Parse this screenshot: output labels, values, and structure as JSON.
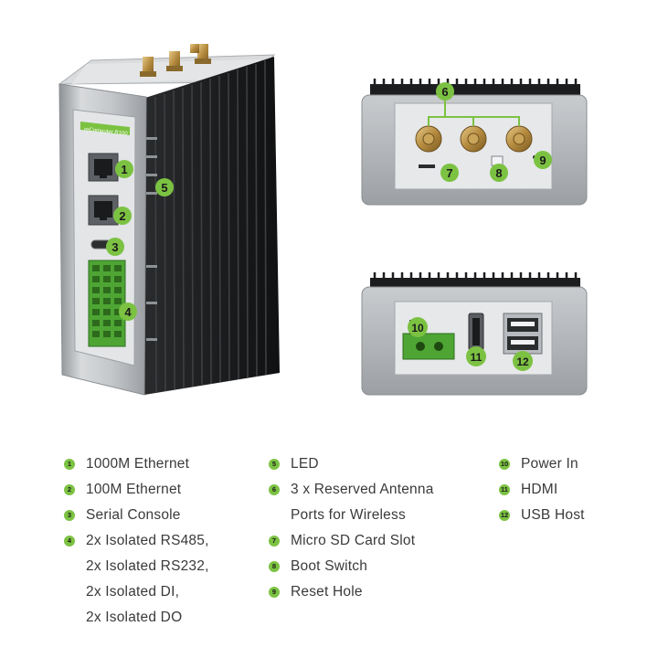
{
  "product": {
    "front_label": "reComputer R100"
  },
  "badges": {
    "b1": "1",
    "b2": "2",
    "b3": "3",
    "b4": "4",
    "b5": "5",
    "b6": "6",
    "b7": "7",
    "b8": "8",
    "b9": "9",
    "b10": "10",
    "b11": "11",
    "b12": "12"
  },
  "legend": {
    "col1": [
      {
        "num": "1",
        "label": "1000M Ethernet"
      },
      {
        "num": "2",
        "label": "100M Ethernet"
      },
      {
        "num": "3",
        "label": "Serial Console"
      },
      {
        "num": "4",
        "label": "2x Isolated RS485,"
      },
      {
        "num": "",
        "label": "2x Isolated RS232,"
      },
      {
        "num": "",
        "label": "2x Isolated DI,"
      },
      {
        "num": "",
        "label": "2x Isolated DO"
      }
    ],
    "col2": [
      {
        "num": "5",
        "label": "LED"
      },
      {
        "num": "6",
        "label": "3 x Reserved Antenna"
      },
      {
        "num": "",
        "label": "Ports for Wireless"
      },
      {
        "num": "7",
        "label": "Micro SD Card Slot"
      },
      {
        "num": "8",
        "label": "Boot Switch"
      },
      {
        "num": "9",
        "label": "Reset Hole"
      }
    ],
    "col3": [
      {
        "num": "10",
        "label": "Power In"
      },
      {
        "num": "11",
        "label": "HDMI"
      },
      {
        "num": "12",
        "label": "USB Host"
      }
    ]
  },
  "colors": {
    "accent_green": "#7cc242",
    "aluminium": "#b9bcbf",
    "heatsink": "#1e1f21",
    "text": "#3a3a3a"
  }
}
